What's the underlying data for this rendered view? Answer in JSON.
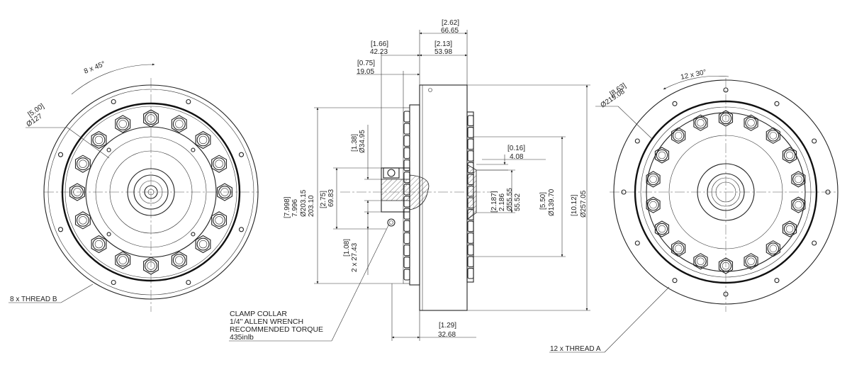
{
  "front_view": {
    "bolt_angle_label": "8 x 45°",
    "diameter_imperial": "[5.00]",
    "diameter_metric": "Ø127",
    "thread_label": "8 x THREAD B",
    "bolt_count": 16
  },
  "side_view": {
    "overall_width_imperial": "[2.62]",
    "overall_width_metric": "66.65",
    "dim_166_imperial": "[1.66]",
    "dim_166_metric": "42.23",
    "dim_213_imperial": "[2.13]",
    "dim_213_metric": "53.98",
    "dim_075_imperial": "[0.75]",
    "dim_075_metric": "19.05",
    "dim_016_imperial": "[0.16]",
    "dim_016_metric": "4.08",
    "dim_129_imperial": "[1.29]",
    "dim_129_metric": "32.68",
    "bore_imperial": "[1.38]",
    "bore_metric": "Ø34.95",
    "hub_imperial": "[2.75]",
    "hub_metric": "69.83",
    "flange_imperial_hi": "[7.998]",
    "flange_imperial_lo": "7.996",
    "flange_metric_hi": "Ø203.15",
    "flange_metric_lo": "203.10",
    "collar_imperial": "[1.08]",
    "collar_metric": "2 x 27.43",
    "pilot_imperial_hi": "[2.187]",
    "pilot_imperial_lo": "2.186",
    "pilot_metric_hi": "Ø55.55",
    "pilot_metric_lo": "55.52",
    "bc_imperial": "[5.50]",
    "bc_metric": "Ø139.70",
    "od_imperial": "[10.12]",
    "od_metric": "Ø257.05",
    "clamp_note": [
      "CLAMP COLLAR",
      "1/4\" ALLEN WRENCH",
      "RECOMMENDED TORQUE",
      "435inlb"
    ]
  },
  "rear_view": {
    "bolt_angle_label": "12 x 30°",
    "diameter_imperial": "[8.63]",
    "diameter_metric": "Ø219.08",
    "thread_label": "12 x THREAD A",
    "bolt_count": 18
  }
}
